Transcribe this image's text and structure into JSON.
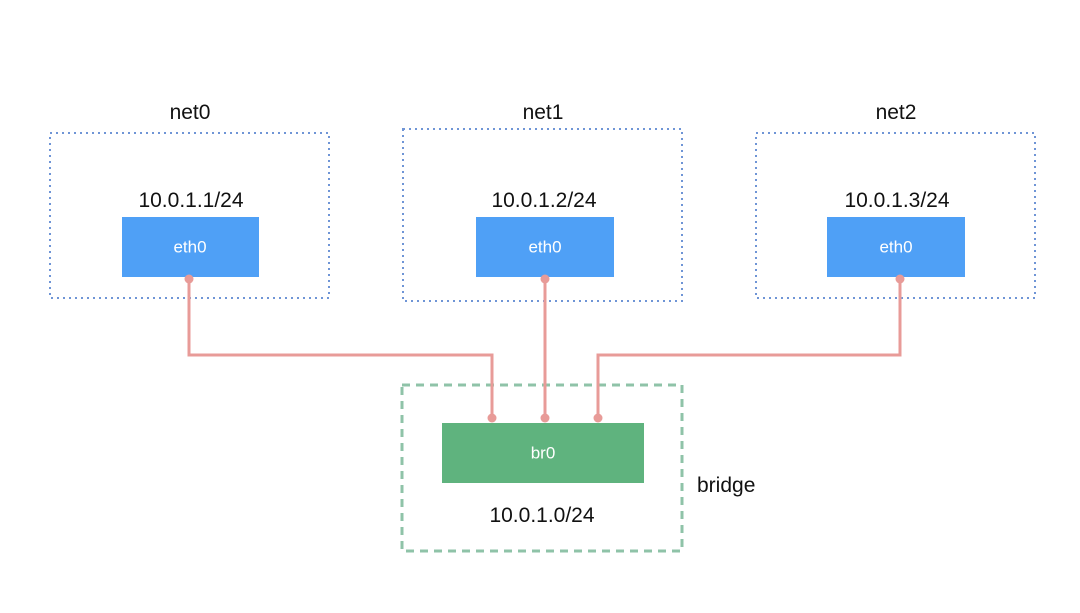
{
  "namespaces": [
    {
      "name": "net0",
      "ip": "10.0.1.1/24",
      "interface": "eth0"
    },
    {
      "name": "net1",
      "ip": "10.0.1.2/24",
      "interface": "eth0"
    },
    {
      "name": "net2",
      "ip": "10.0.1.3/24",
      "interface": "eth0"
    }
  ],
  "bridge": {
    "device": "br0",
    "subnet": "10.0.1.0/24",
    "label": "bridge"
  },
  "colors": {
    "namespace_border": "#6f95d6",
    "interface_fill": "#4fa0f6",
    "bridge_fill": "#5fb37e",
    "bridge_border": "#8fc3a8",
    "link": "#e89b98",
    "text": "#111111",
    "interface_text": "#ffffff"
  }
}
